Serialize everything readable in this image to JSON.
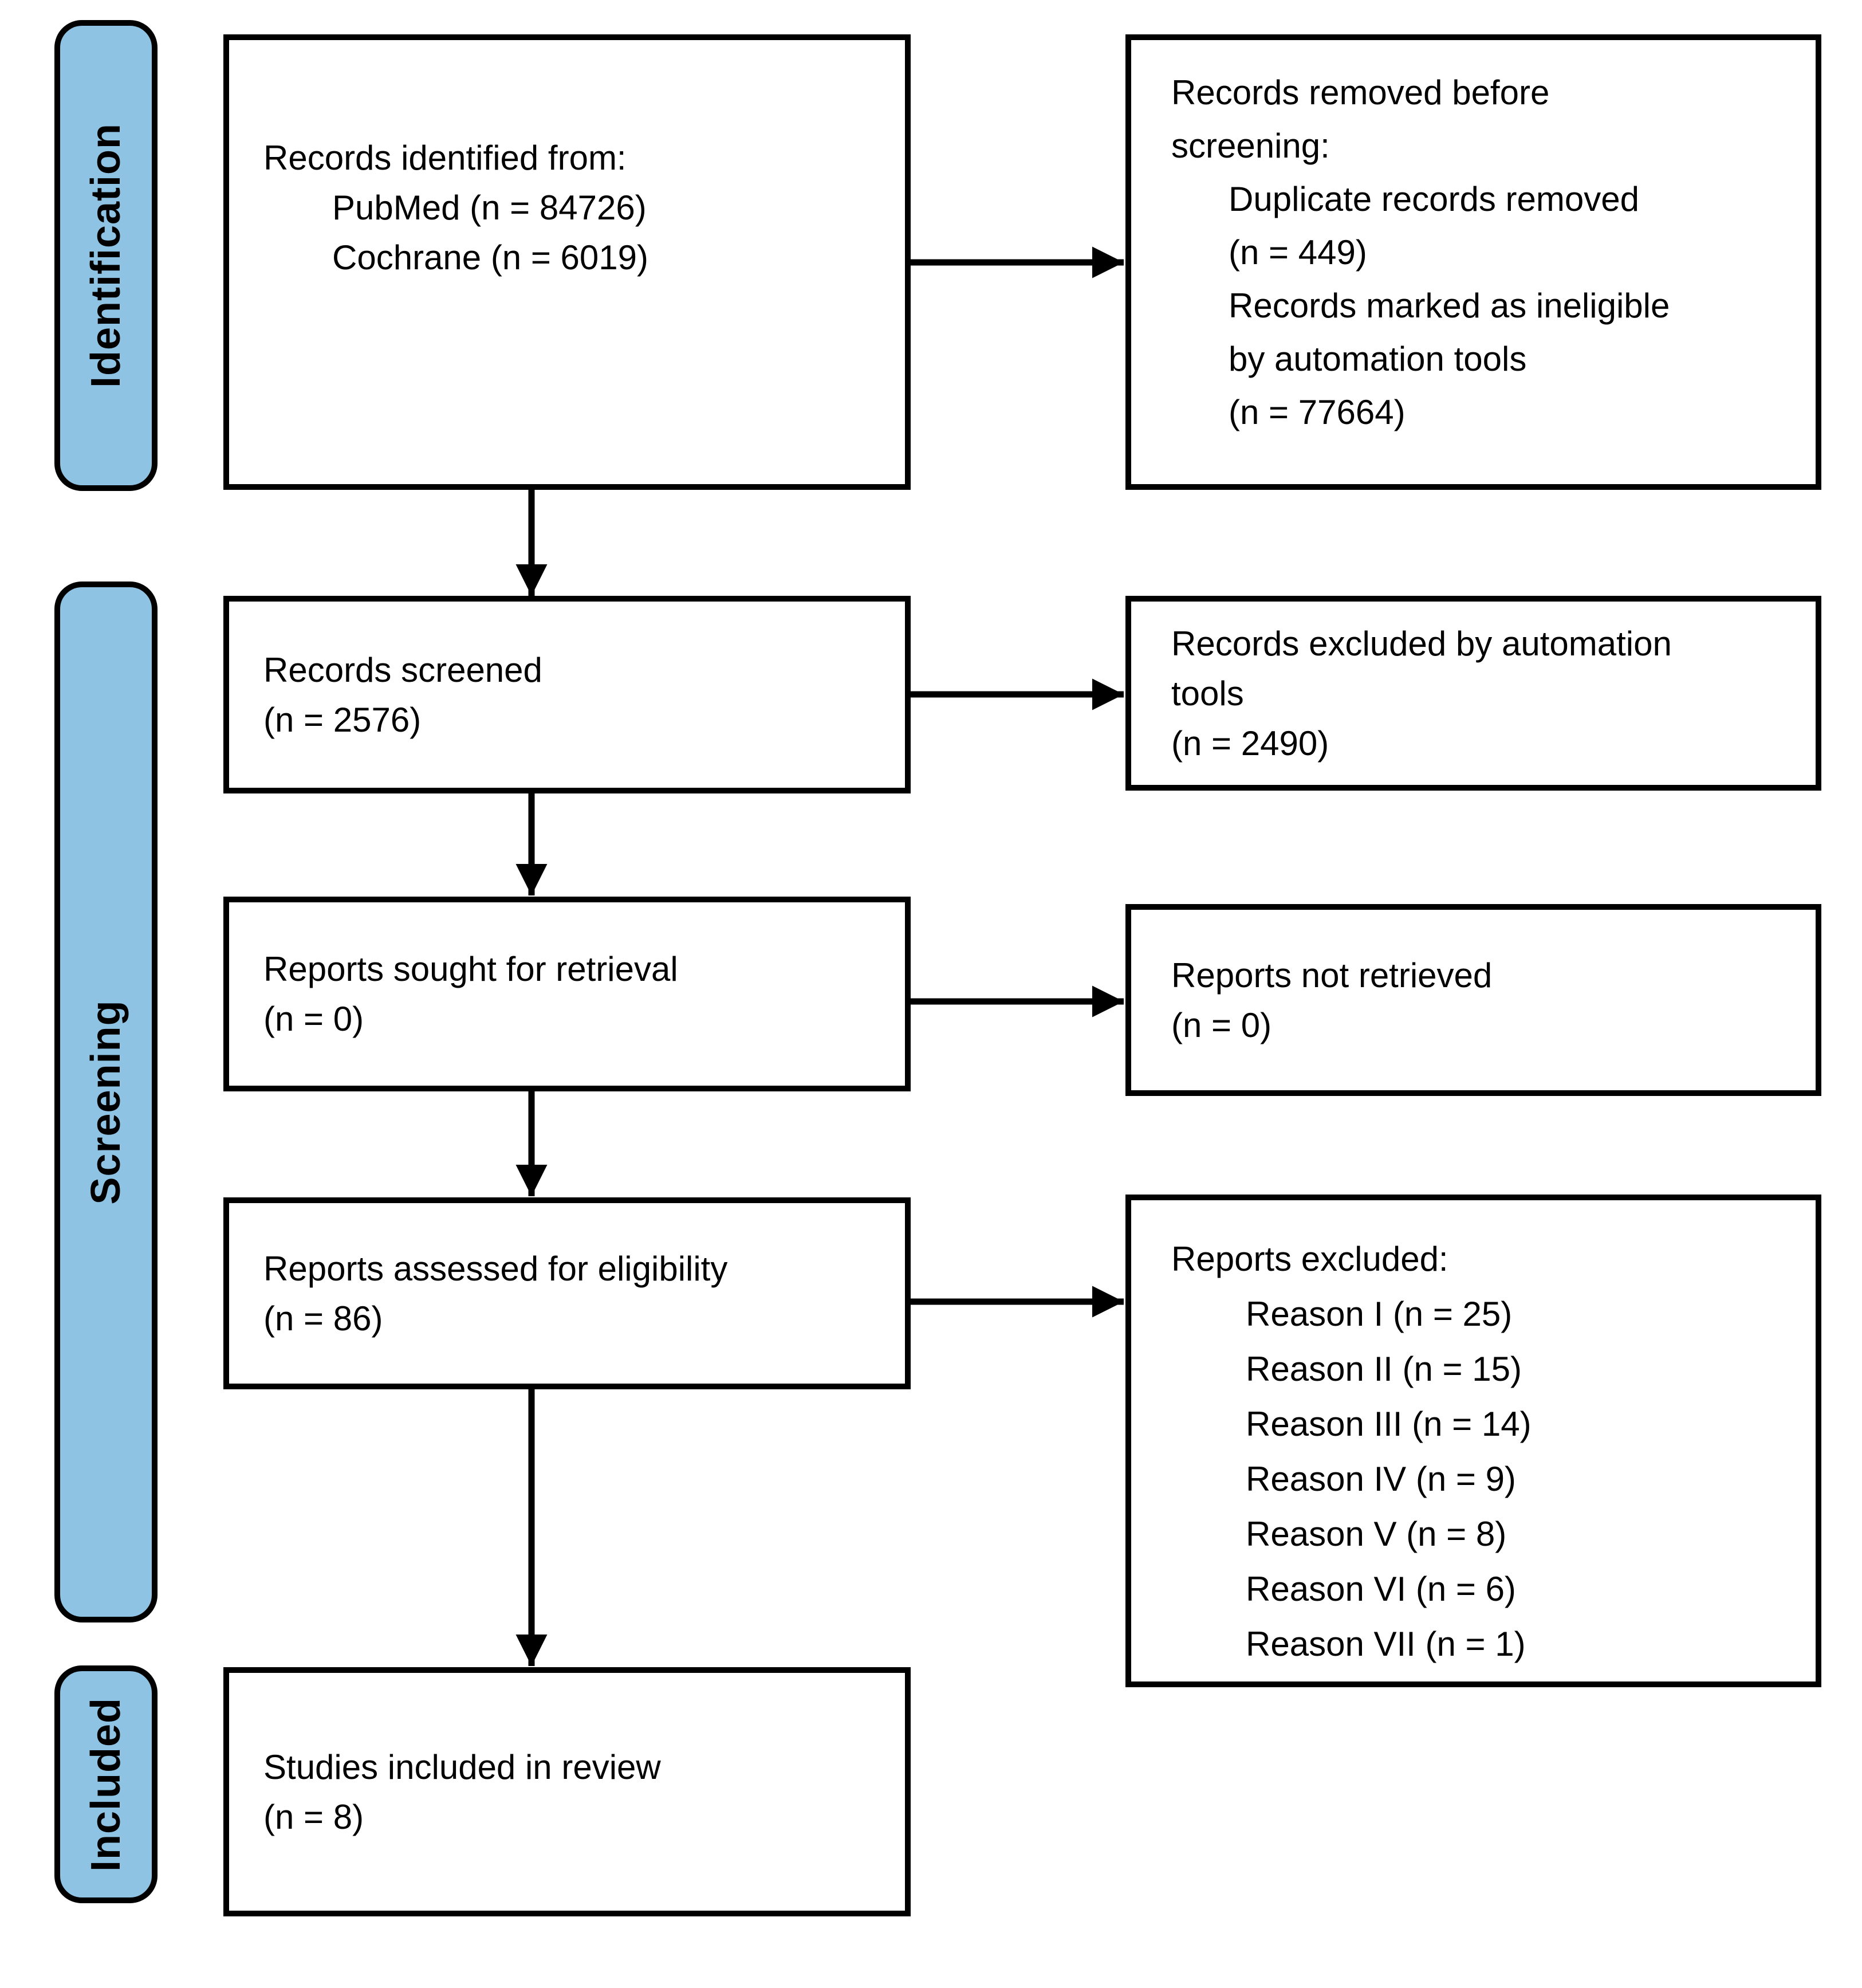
{
  "colors": {
    "band_fill": "#8EC3E4",
    "line_color": "#000000"
  },
  "sidebar": {
    "identification_label": "Identification",
    "screening_label": "Screening",
    "included_label": "Included"
  },
  "flow": {
    "identified": {
      "heading": "Records identified from:",
      "items": [
        "PubMed (n = 84726)",
        "Cochrane (n = 6019)"
      ]
    },
    "removed": {
      "heading": "Records removed before\nscreening:",
      "items": [
        "Duplicate records removed\n(n = 449)",
        "Records marked as ineligible\nby automation tools\n(n = 77664)"
      ]
    },
    "screened": {
      "text": "Records screened\n(n = 2576)"
    },
    "excluded_automation": {
      "text": "Records excluded by automation\ntools\n(n = 2490)"
    },
    "sought": {
      "text": "Reports sought for retrieval\n(n = 0)"
    },
    "not_retrieved": {
      "text": "Reports not retrieved\n(n = 0)"
    },
    "assessed": {
      "text": "Reports assessed for eligibility\n(n = 86)"
    },
    "excluded": {
      "heading": "Reports excluded:",
      "items": [
        "Reason I (n = 25)",
        "Reason II (n = 15)",
        "Reason III (n = 14)",
        "Reason IV (n = 9)",
        "Reason V (n = 8)",
        "Reason VI (n = 6)",
        "Reason VII (n = 1)"
      ]
    },
    "included": {
      "text": "Studies included in review\n(n = 8)"
    }
  }
}
